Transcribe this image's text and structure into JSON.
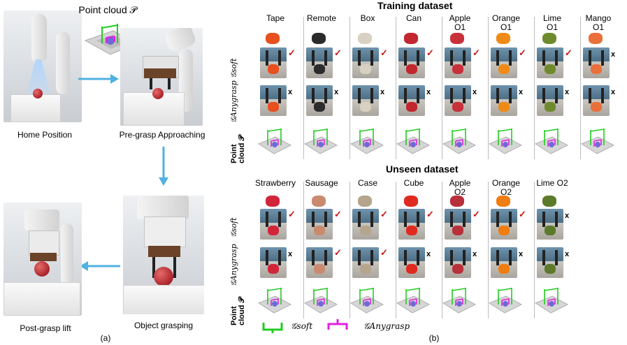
{
  "panel_a": {
    "point_cloud_label": "Point cloud 𝒫",
    "steps": [
      "Home Position",
      "Pre-grasp Approaching",
      "Object grasping",
      "Post-grasp lift"
    ],
    "caption": "(a)"
  },
  "panel_b": {
    "caption": "(b)",
    "training": {
      "title": "Training dataset",
      "objects": [
        "Tape",
        "Remote",
        "Box",
        "Can",
        "Apple\nO1",
        "Orange\nO1",
        "Lime\nO1",
        "Mango\nO1"
      ],
      "soft_marks": [
        "✓",
        "✓",
        "✓",
        "✓",
        "✓",
        "✓",
        "✓",
        "x"
      ],
      "anygrasp_marks": [
        "x",
        "x",
        "x",
        "x",
        "x",
        "x",
        "x",
        "x"
      ],
      "object_colors": [
        "#e8501f",
        "#2b2b2b",
        "#d8d0c0",
        "#c2262e",
        "#c8303a",
        "#f08a16",
        "#6f8a2c",
        "#e9703a"
      ]
    },
    "unseen": {
      "title": "Unseen dataset",
      "objects": [
        "Strawberry",
        "Sausage",
        "Case",
        "Cube",
        "Apple\nO2",
        "Orange\nO2",
        "Lime O2"
      ],
      "soft_marks": [
        "✓",
        "✓",
        "✓",
        "✓",
        "✓",
        "✓",
        "x"
      ],
      "anygrasp_marks": [
        "x",
        "✓",
        "✓",
        "x",
        "x",
        "x",
        "x"
      ],
      "object_colors": [
        "#d2253a",
        "#c98a6f",
        "#b5a58c",
        "#e02a1f",
        "#b8303a",
        "#ef7d12",
        "#5c7a2a"
      ]
    },
    "row_labels": {
      "soft": "𝒢soft",
      "anygrasp": "𝒢Anygrasp",
      "point_cloud": "Point\ncloud 𝒫"
    },
    "legend": {
      "soft": "𝒢soft",
      "anygrasp": "𝒢Anygrasp",
      "soft_color": "#22cc22",
      "anygrasp_color": "#e020e0"
    }
  }
}
